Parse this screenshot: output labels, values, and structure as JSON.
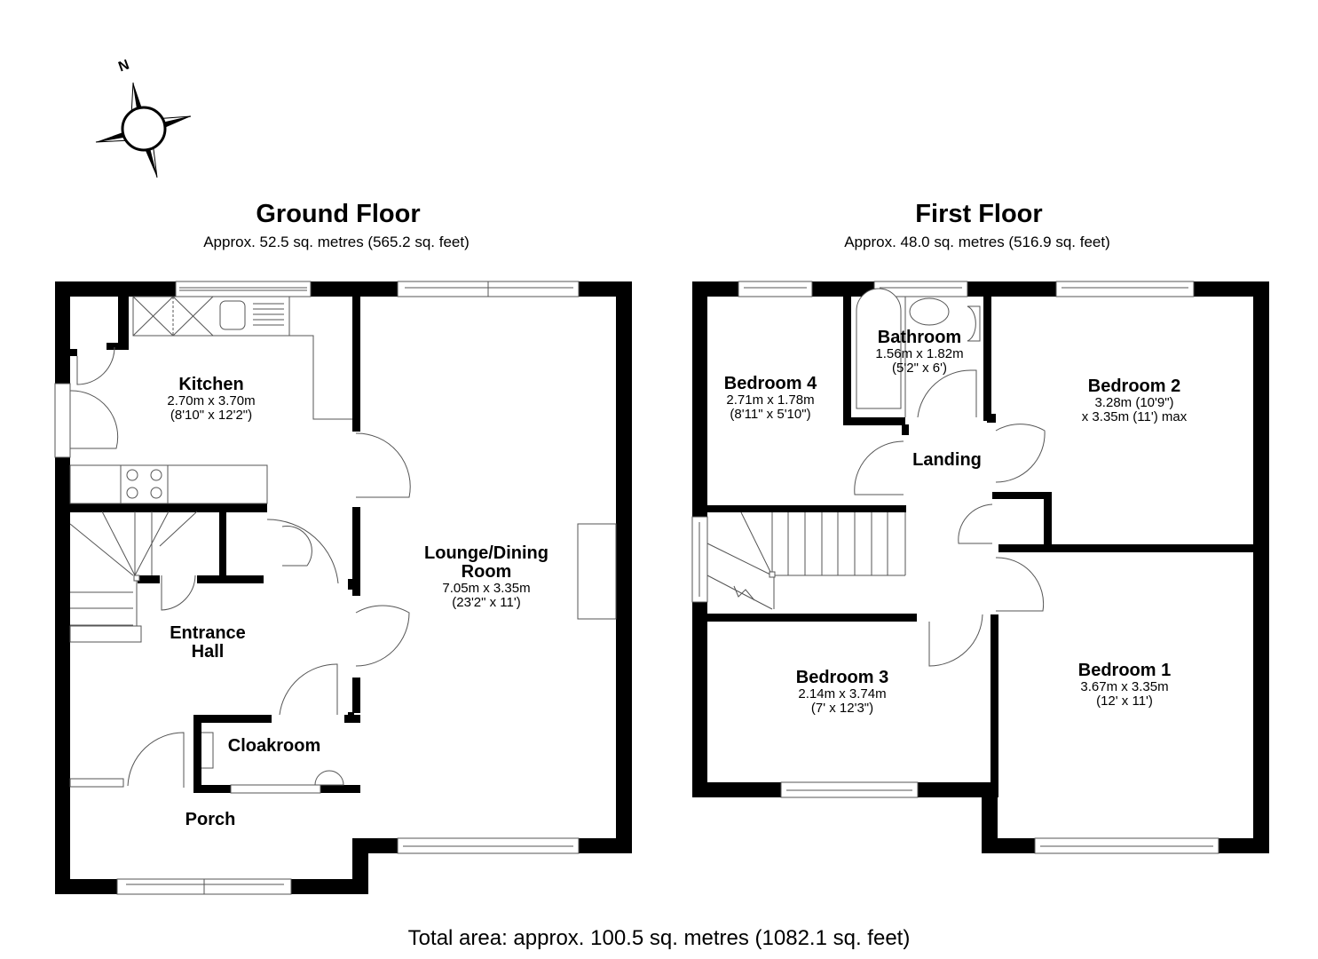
{
  "compass": {
    "label": "N",
    "icon": "north-arrow-compass-icon"
  },
  "floors": [
    {
      "id": "ground",
      "title": "Ground Floor",
      "area": "Approx. 52.5 sq. metres (565.2 sq. feet)",
      "rooms": [
        {
          "name": "Kitchen",
          "dim1": "2.70m x 3.70m",
          "dim2": "(8'10\" x 12'2\")"
        },
        {
          "name": "Lounge/Dining",
          "name2": "Room",
          "dim1": "7.05m x 3.35m",
          "dim2": "(23'2\" x 11')"
        },
        {
          "name": "Entrance",
          "name2": "Hall"
        },
        {
          "name": "Cloakroom"
        },
        {
          "name": "Porch"
        }
      ]
    },
    {
      "id": "first",
      "title": "First Floor",
      "area": "Approx. 48.0 sq. metres (516.9 sq. feet)",
      "rooms": [
        {
          "name": "Bedroom 4",
          "dim1": "2.71m x 1.78m",
          "dim2": "(8'11\" x 5'10\")"
        },
        {
          "name": "Bathroom",
          "dim1": "1.56m x 1.82m",
          "dim2": "(5'2\" x 6')"
        },
        {
          "name": "Bedroom 2",
          "dim1": "3.28m (10'9\")",
          "dim2": "x 3.35m (11') max"
        },
        {
          "name": "Landing"
        },
        {
          "name": "Bedroom 3",
          "dim1": "2.14m x 3.74m",
          "dim2": "(7' x 12'3\")"
        },
        {
          "name": "Bedroom 1",
          "dim1": "3.67m x 3.35m",
          "dim2": "(12' x 11')"
        }
      ]
    }
  ],
  "total_area": "Total area: approx. 100.5 sq. metres (1082.1 sq. feet)",
  "colors": {
    "wall": "#000000",
    "background": "#ffffff",
    "fixture_line": "#555555"
  }
}
